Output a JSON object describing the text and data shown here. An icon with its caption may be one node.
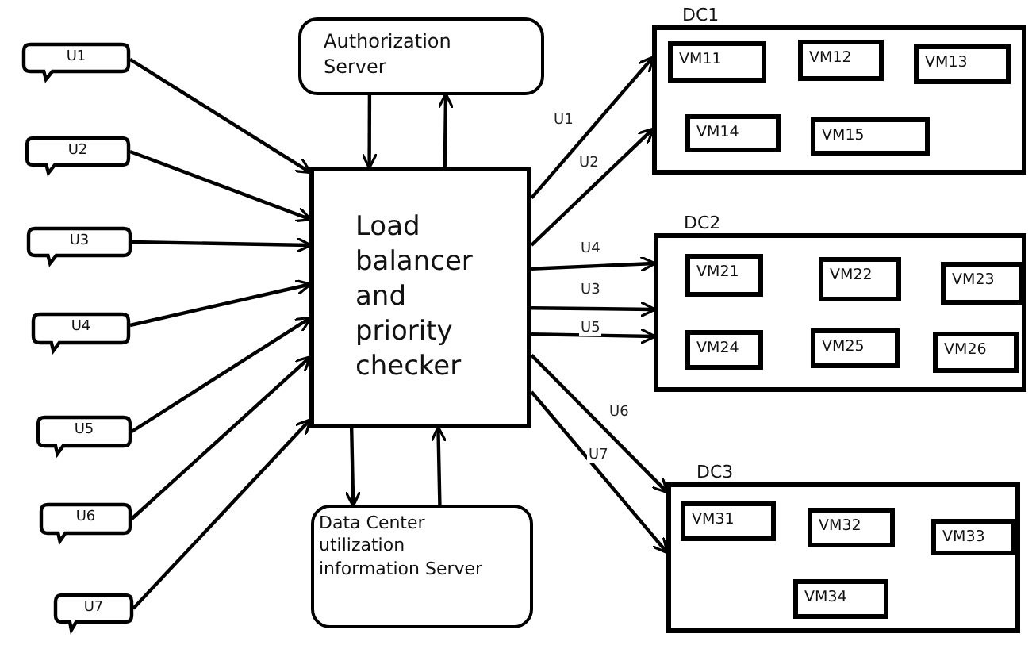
{
  "diagram": {
    "nodes": [
      {
        "text": [
          "U1"
        ]
      },
      {
        "text": [
          "U2"
        ]
      },
      {
        "text": [
          "U3"
        ]
      },
      {
        "text": [
          "U4"
        ]
      },
      {
        "text": [
          "U5"
        ]
      },
      {
        "text": [
          "U6"
        ]
      },
      {
        "text": [
          "U7"
        ]
      },
      {
        "text": [
          "Authorization Server"
        ]
      },
      {
        "text": [
          "Load balancer and priority checker"
        ]
      },
      {
        "text": [
          "Data Center utilization information Server"
        ]
      },
      {
        "text": [
          "DC1"
        ]
      },
      {
        "text": [
          "VM11"
        ],
        "in": 10
      },
      {
        "text": [
          "VM12"
        ],
        "in": 10
      },
      {
        "text": [
          "VM13"
        ],
        "in": 10
      },
      {
        "text": [
          "VM14"
        ],
        "in": 10
      },
      {
        "text": [
          "VM15"
        ],
        "in": 10
      },
      {
        "text": [
          "DC2"
        ]
      },
      {
        "text": [
          "VM21"
        ],
        "in": 16
      },
      {
        "text": [
          "VM22"
        ],
        "in": 16
      },
      {
        "text": [
          "VM23"
        ],
        "in": 16
      },
      {
        "text": [
          "VM24"
        ],
        "in": 16
      },
      {
        "text": [
          "VM25"
        ],
        "in": 16
      },
      {
        "text": [
          "VM26"
        ],
        "in": 16
      },
      {
        "text": [
          "DC3"
        ]
      },
      {
        "text": [
          "VM31"
        ],
        "in": 23
      },
      {
        "text": [
          "VM32"
        ],
        "in": 23
      },
      {
        "text": [
          "VM33"
        ],
        "in": 23
      },
      {
        "text": [
          "VM34"
        ],
        "in": 23
      }
    ],
    "edges": [
      {
        "from": 0,
        "to": 8,
        "arrow": "to"
      },
      {
        "from": 1,
        "to": 8,
        "arrow": "to"
      },
      {
        "from": 2,
        "to": 8,
        "arrow": "to"
      },
      {
        "from": 3,
        "to": 8,
        "arrow": "to"
      },
      {
        "from": 4,
        "to": 8,
        "arrow": "to"
      },
      {
        "from": 5,
        "to": 8,
        "arrow": "to"
      },
      {
        "from": 6,
        "to": 8,
        "arrow": "to"
      },
      {
        "from": 7,
        "to": 8,
        "arrow": "to"
      },
      {
        "from": 8,
        "to": 7,
        "arrow": "to"
      },
      {
        "from": 8,
        "to": 9,
        "arrow": "to"
      },
      {
        "from": 9,
        "to": 8,
        "arrow": "to"
      },
      {
        "from": 8,
        "to": 10,
        "label": "U1",
        "arrow": "to"
      },
      {
        "from": 8,
        "to": 10,
        "label": "U2",
        "arrow": "to"
      },
      {
        "from": 8,
        "to": 16,
        "label": "U4",
        "arrow": "to"
      },
      {
        "from": 8,
        "to": 16,
        "label": "U3",
        "arrow": "to"
      },
      {
        "from": 8,
        "to": 16,
        "label": "U5",
        "arrow": "to"
      },
      {
        "from": 8,
        "to": 23,
        "label": "U6",
        "arrow": "to"
      },
      {
        "from": 8,
        "to": 23,
        "label": "U7",
        "arrow": "to"
      }
    ]
  }
}
